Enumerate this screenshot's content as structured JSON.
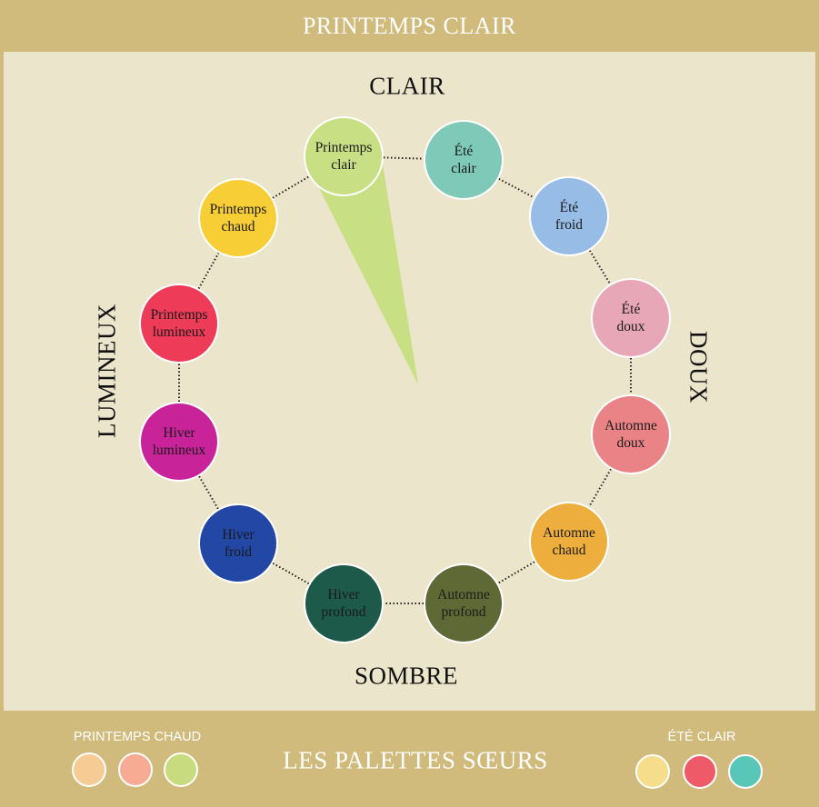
{
  "header": {
    "title": "PRINTEMPS CLAIR"
  },
  "axes": {
    "top": "CLAIR",
    "bottom": "SOMBRE",
    "left": "LUMINEUX",
    "right": "DOUX"
  },
  "wheel": {
    "highlighted": "Printemps clair",
    "highlight_color": "#c8df84",
    "seasons": [
      {
        "label": "Printemps\nclair",
        "color": "#c8df84"
      },
      {
        "label": "Été\nclair",
        "color": "#7fc9b8"
      },
      {
        "label": "Été\nfroid",
        "color": "#97bde6"
      },
      {
        "label": "Été\ndoux",
        "color": "#e8a7b6"
      },
      {
        "label": "Automne\ndoux",
        "color": "#e98385"
      },
      {
        "label": "Automne\nchaud",
        "color": "#eeae3d"
      },
      {
        "label": "Automne\nprofond",
        "color": "#5f6935"
      },
      {
        "label": "Hiver\nprofond",
        "color": "#1e5a4a"
      },
      {
        "label": "Hiver\nfroid",
        "color": "#2247a5"
      },
      {
        "label": "Hiver\nlumineux",
        "color": "#c9239a"
      },
      {
        "label": "Printemps\nlumineux",
        "color": "#ee3b57"
      },
      {
        "label": "Printemps\nchaud",
        "color": "#f8ce37"
      }
    ]
  },
  "footer": {
    "title": "LES PALETTES SŒURS",
    "left": {
      "label": "PRINTEMPS CHAUD",
      "swatches": [
        "#f7cc94",
        "#f7ab93",
        "#c8db7e"
      ]
    },
    "right": {
      "label": "ÉTÉ CLAIR",
      "swatches": [
        "#f6dd8c",
        "#ef5a68",
        "#59c7b7"
      ]
    }
  }
}
